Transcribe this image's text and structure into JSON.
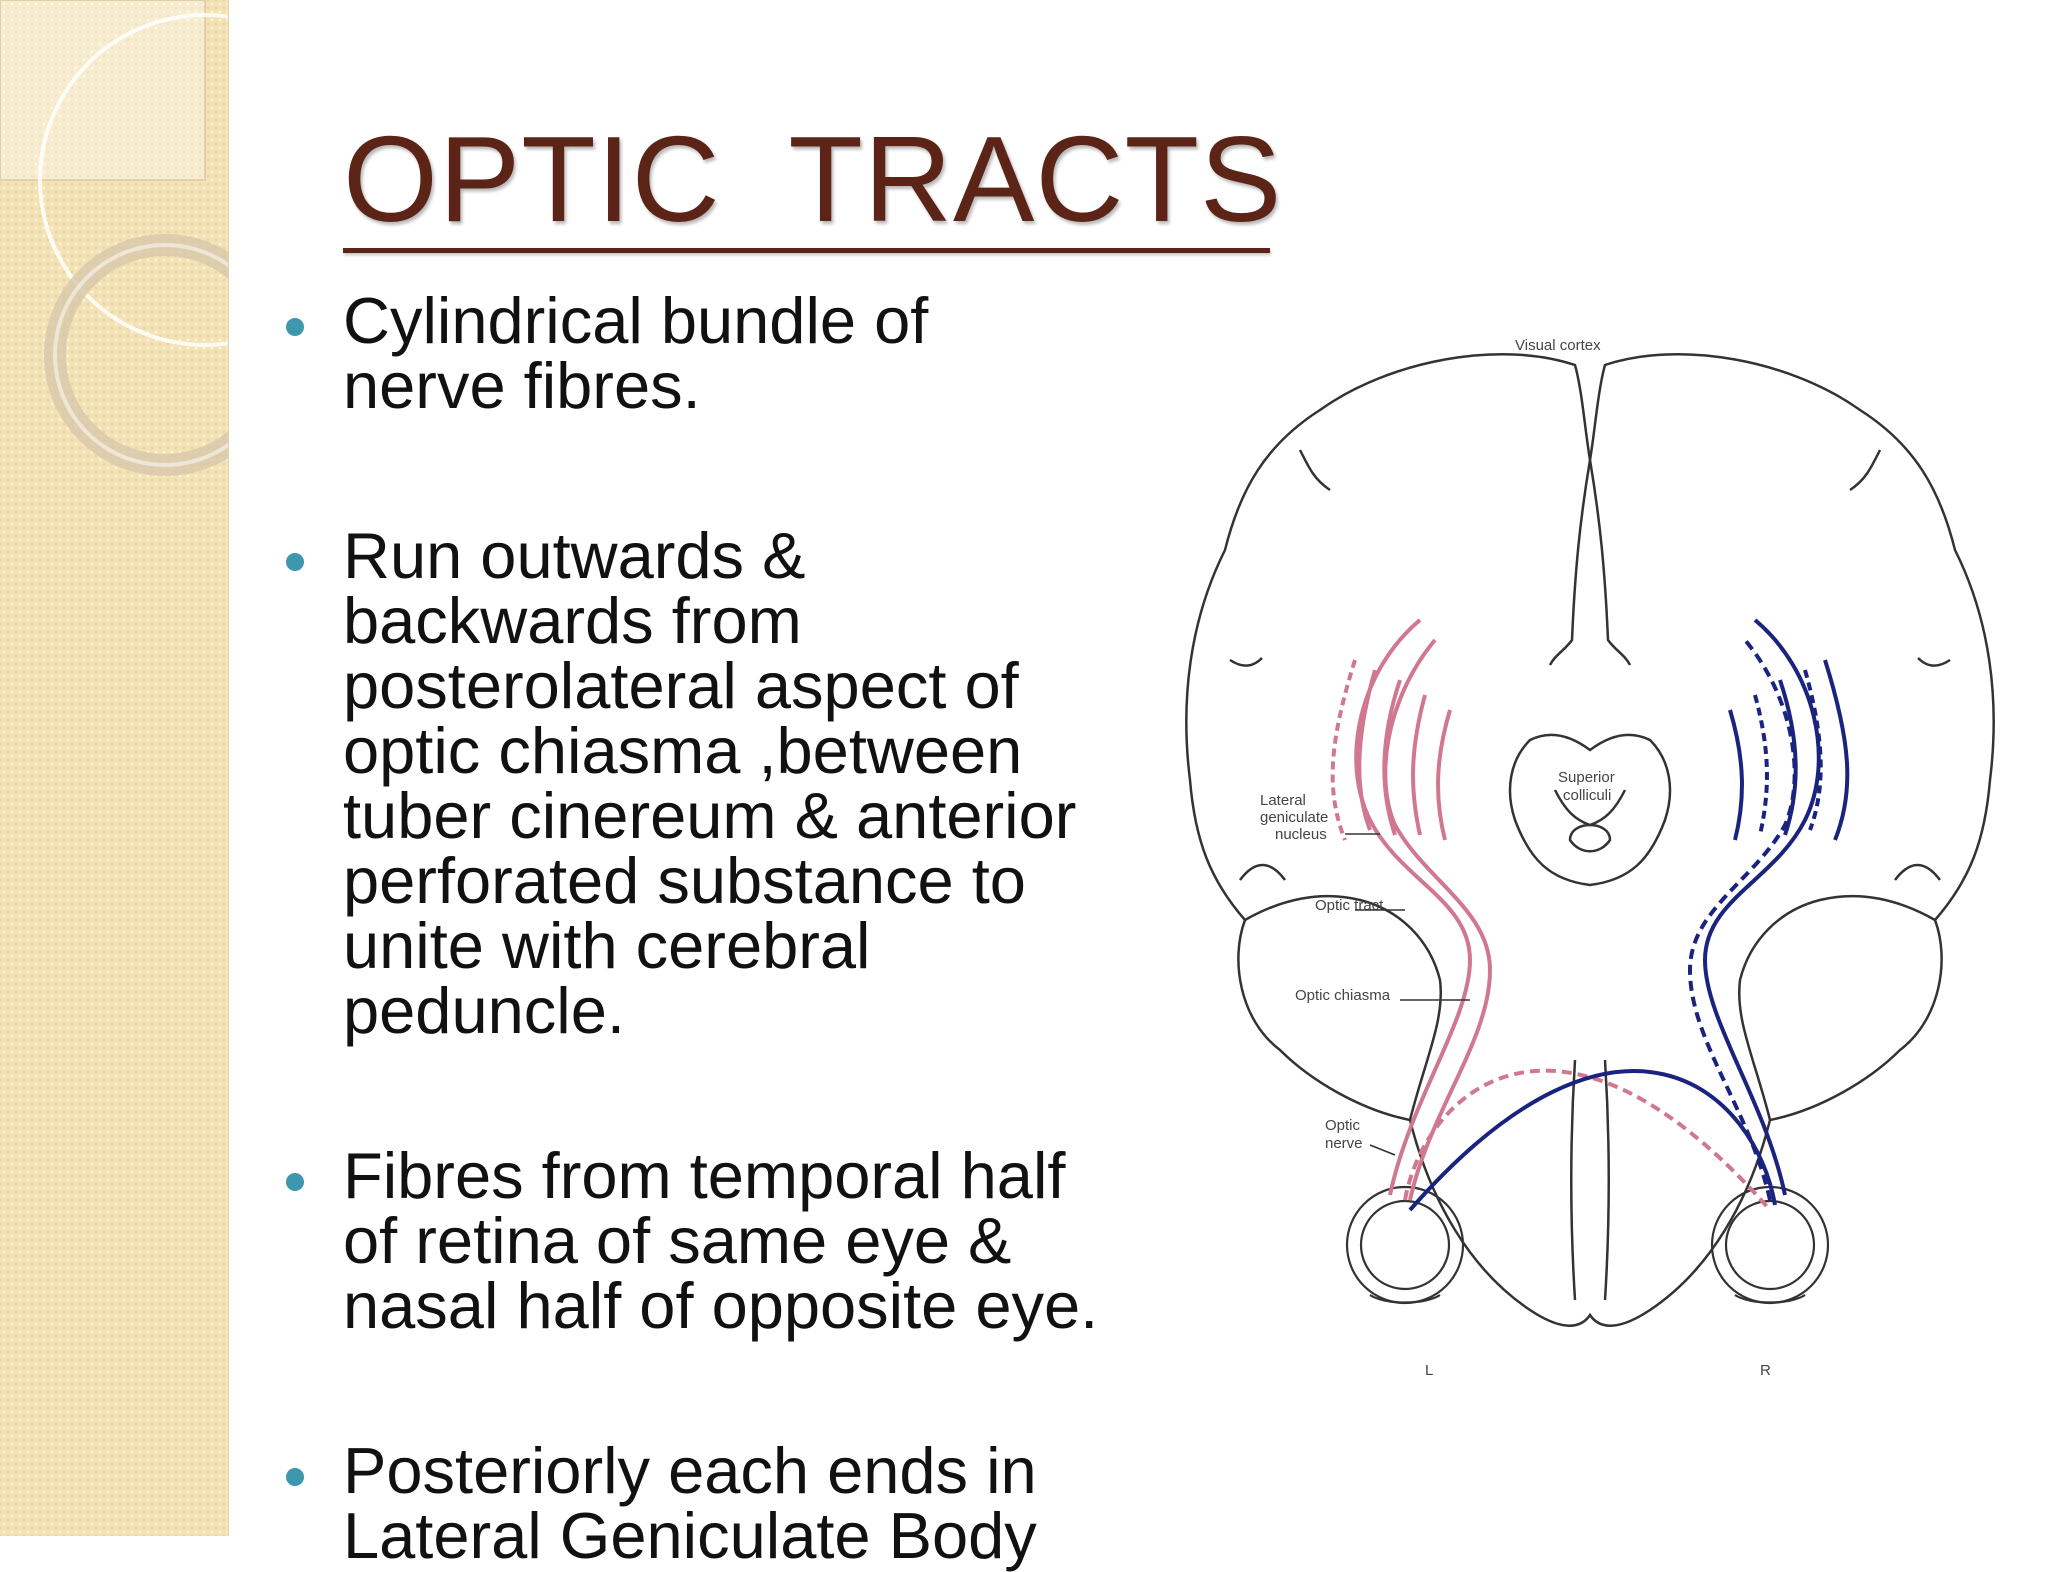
{
  "slide": {
    "title": "OPTIC  TRACTS",
    "bullets": [
      {
        "text": "Cylindrical bundle of\nnerve fibres."
      },
      {
        "text": " Run outwards &\nbackwards from\nposterolateral aspect of\noptic chiasma ,between\ntuber cinereum & anterior\nperforated substance to\nunite with cerebral\npeduncle."
      },
      {
        "text": "Fibres from temporal half\nof retina of same eye &\nnasal half of opposite eye."
      },
      {
        "text": "Posteriorly each ends in\nLateral Geniculate Body"
      }
    ]
  },
  "diagram": {
    "labels": {
      "visual_cortex": "Visual cortex",
      "lateral_geniculate_1": "Lateral",
      "lateral_geniculate_2": "geniculate",
      "lateral_geniculate_3": "nucleus",
      "superior_colliculi_1": "Superior",
      "superior_colliculi_2": "colliculi",
      "optic_tract": "Optic tract",
      "optic_chiasma": "Optic chiasma",
      "optic_nerve_1": "Optic",
      "optic_nerve_2": "nerve",
      "left_marker": "L",
      "right_marker": "R"
    },
    "colors": {
      "left_pathway": "#d07890",
      "right_pathway": "#1a237e",
      "outline": "#333333"
    }
  },
  "theme": {
    "title_color": "#5b2417",
    "bullet_color": "#3d97ad",
    "side_band_color": "#f3e2b4"
  }
}
